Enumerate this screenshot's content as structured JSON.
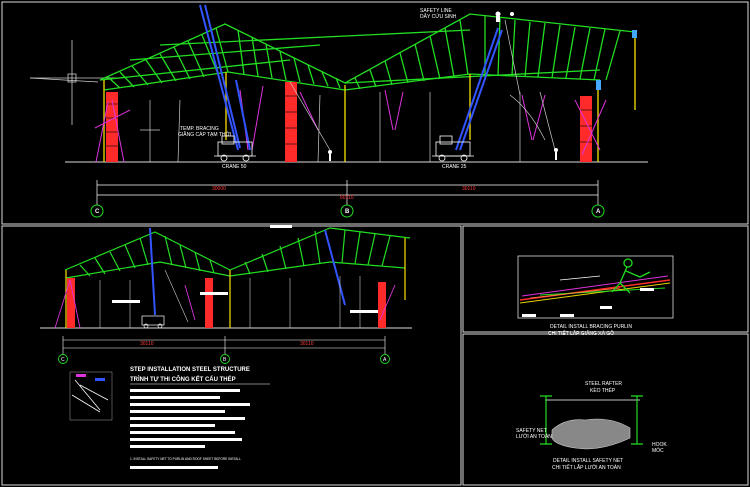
{
  "elevation_top": {
    "labels": {
      "safety_line": "SAFETY LINE",
      "day_cuu_sinh": "DÂY CỨU SINH",
      "temp_bracing": "TEMP. BRACING",
      "giang_cap": "GIẰNG CÁP TẠM THỜI",
      "crane1": "CRANE 50",
      "crane2": "CRANE 25"
    },
    "dims": {
      "total": "60110",
      "left": "30000",
      "right": "30110"
    },
    "grid": [
      "C",
      "B",
      "A"
    ]
  },
  "elevation_mid": {
    "dims": {
      "left": "30110",
      "right": "30110"
    },
    "grid": [
      "C",
      "B",
      "A"
    ]
  },
  "step_notes": {
    "title_en": "STEP INSTALLATION STEEL STRUCTURE",
    "title_vi": "TRÌNH TỰ THI CÔNG KẾT CẤU THÉP",
    "note": "1. INSTALL SAFETY NET TO PURLIN AND ROOF SHEET BEFORE INSTALL"
  },
  "detail_bracing": {
    "title_en": "DETAIL INSTALL BRACING PURLIN",
    "title_vi": "CHI TIẾT LẮP GIẰNG XÀ GỒ"
  },
  "detail_net": {
    "label_rafter": "STEEL RAFTER",
    "label_rafter_vi": "KÈO THÉP",
    "label_net": "SAFETY NET",
    "label_net_vi": "LƯỚI AN TOÀN",
    "label_hook": "HOOK",
    "label_hook_vi": "MÓC",
    "title_en": "DETAIL INSTALL SAFETY NET",
    "title_vi": "CHI TIẾT LẮP LƯỚI AN TOÀN"
  },
  "colors": {
    "truss": "#22dd22",
    "column": "#ff2a2a",
    "crane_arm": "#3355ff",
    "bracing": "#dd33dd",
    "ground": "#dddddd",
    "yellow": "#e8d200",
    "dimension": "#ff3b3b"
  }
}
